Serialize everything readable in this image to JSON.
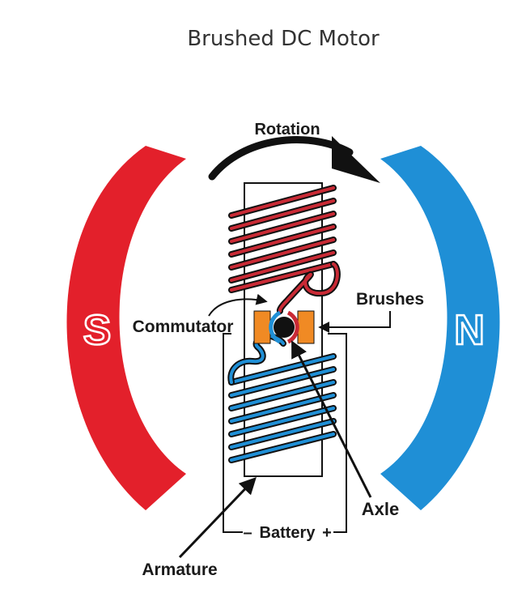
{
  "title": "Brushed DC Motor",
  "labels": {
    "rotation": "Rotation",
    "commutator": "Commutator",
    "brushes": "Brushes",
    "axle": "Axle",
    "battery": "Battery",
    "battery_minus": "–",
    "battery_plus": "+",
    "armature": "Armature"
  },
  "poles": {
    "south": {
      "letter": "S",
      "color": "#e3202b"
    },
    "north": {
      "letter": "N",
      "color": "#1f8fd6"
    }
  },
  "colors": {
    "red_coil": "#c92a35",
    "blue_coil": "#1f8fd6",
    "brush": "#f08a24",
    "outline": "#111111"
  }
}
